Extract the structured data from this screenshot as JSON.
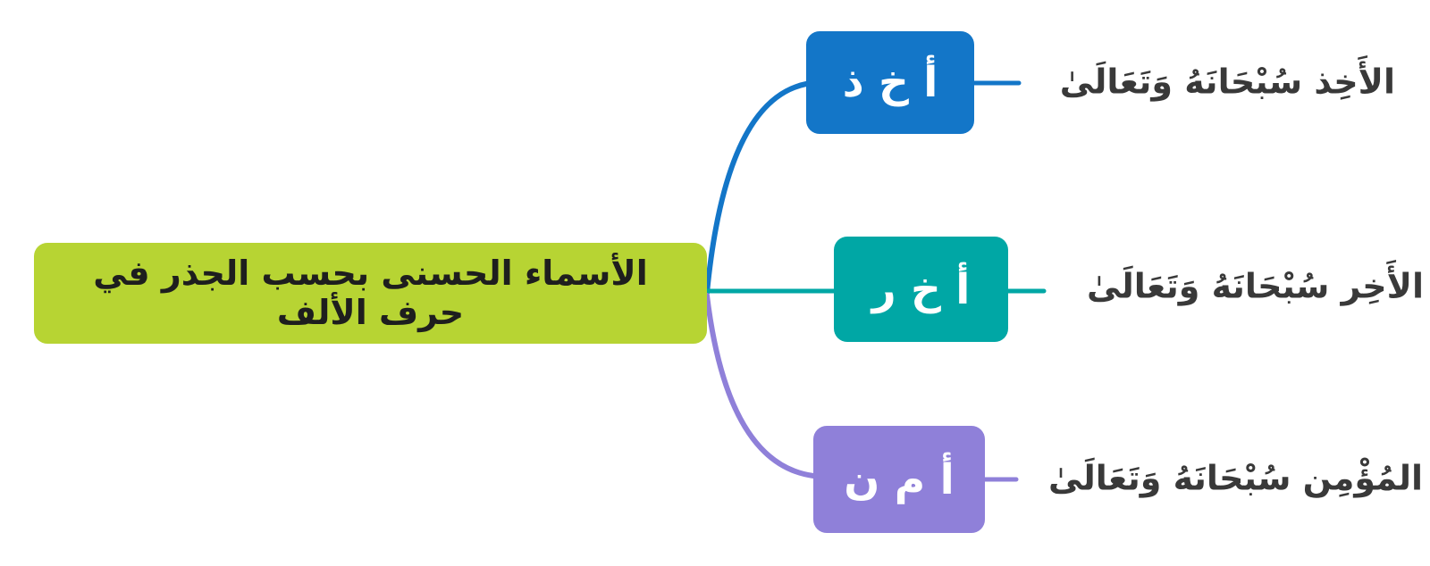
{
  "canvas": {
    "background_color": "#ffffff"
  },
  "root_node": {
    "label": "الأسماء الحسنى بحسب الجذر في حرف الألف",
    "fill_color": "#b7d433",
    "text_color": "#1e1e1e"
  },
  "nodes": [
    {
      "id": "akhdh",
      "root_letters": "أ خ ذ",
      "fill_color": "#1376c8",
      "text_color": "#ffffff",
      "description": "الأَخِذ سُبْحَانَهُ وَتَعَالَىٰ"
    },
    {
      "id": "akhr",
      "root_letters": "أ خ ر",
      "fill_color": "#00a7a5",
      "text_color": "#ffffff",
      "description": "الأَخِر سُبْحَانَهُ وَتَعَالَىٰ"
    },
    {
      "id": "amn",
      "root_letters": "أ م ن",
      "fill_color": "#8f80d9",
      "text_color": "#ffffff",
      "description": "المُؤْمِن سُبْحَانَهُ وَتَعَالَىٰ"
    }
  ],
  "description_text_color": "#393939"
}
